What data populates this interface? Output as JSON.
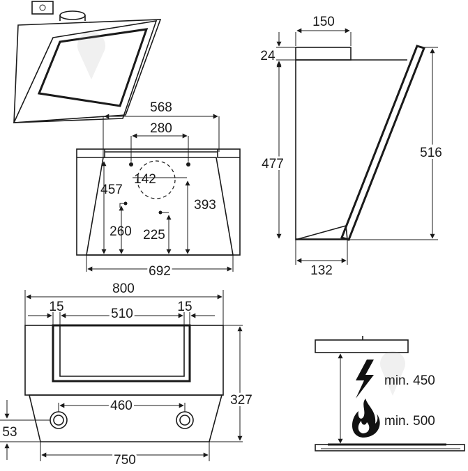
{
  "dimensions": {
    "top_width": "568",
    "mount_spacing": "280",
    "duct_offset": "142",
    "front_height": "457",
    "duct_height": "393",
    "left_bracket_height": "260",
    "right_bracket_height": "225",
    "bottom_width": "692",
    "chimney_width": "150",
    "chimney_height": "24",
    "side_height": "477",
    "overall_height": "516",
    "depth": "132",
    "wall_width": "800",
    "left_margin": "15",
    "inner_width": "510",
    "right_margin": "15",
    "hood_height": "327",
    "hole_spacing": "460",
    "hole_height": "53",
    "base_width": "750"
  },
  "install": {
    "electric_label": "min. 450",
    "gas_label": "min. 500"
  },
  "icons": {
    "socket": "electrical-socket-icon",
    "lightning": "lightning-icon",
    "flame": "flame-icon",
    "watermark": "watermark-logo"
  }
}
